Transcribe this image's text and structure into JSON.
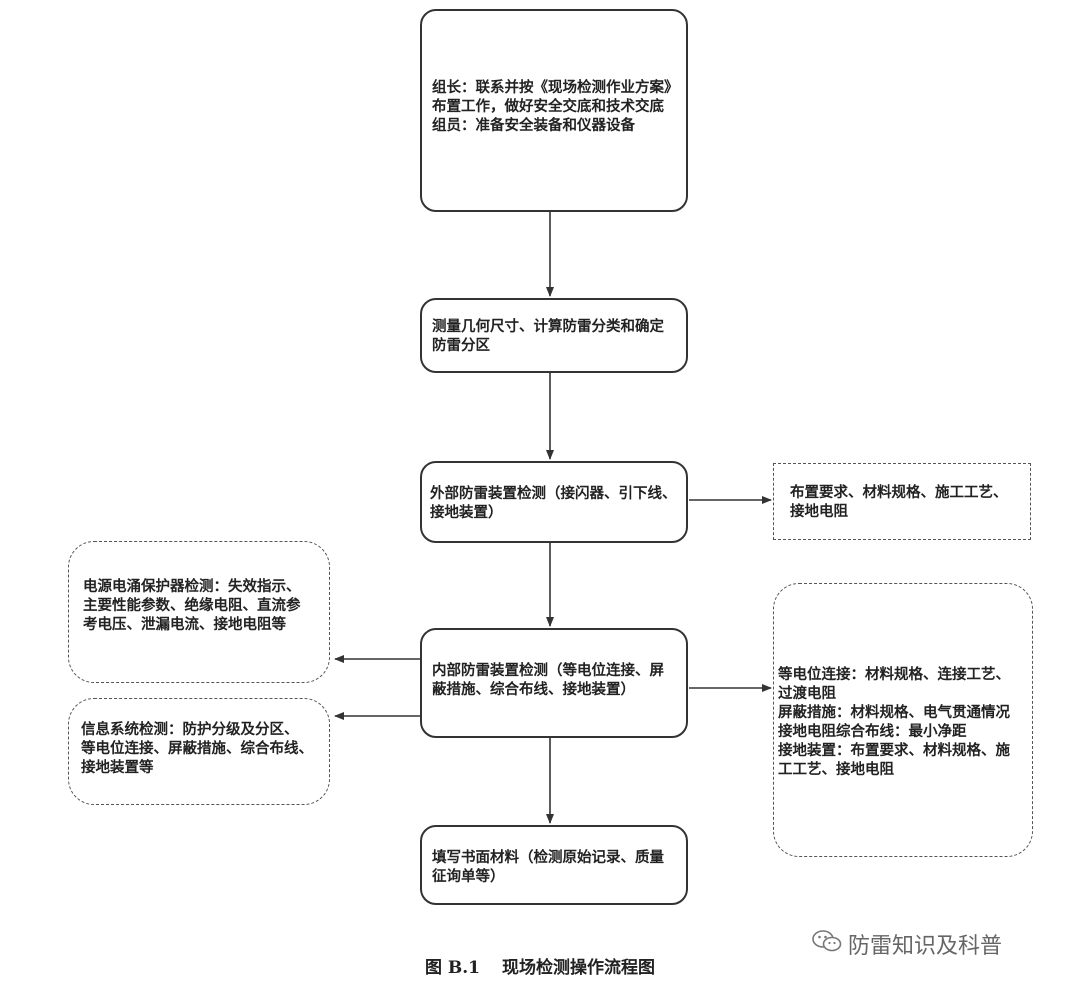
{
  "nodes": {
    "n1": {
      "lines": [
        "组长：联系并按《现场检测作业方案》",
        "布置工作，做好安全交底和技术交底",
        "组员：准备安全装备和仪器设备"
      ]
    },
    "n2": {
      "lines": [
        "测量几何尺寸、计算防雷分类和确定",
        "防雷分区"
      ]
    },
    "n3": {
      "lines": [
        "外部防雷装置检测（接闪器、引下线、",
        "接地装置）"
      ]
    },
    "n3r": {
      "lines": [
        "布置要求、材料规格、施工工艺、",
        "接地电阻"
      ]
    },
    "n4": {
      "lines": [
        "内部防雷装置检测（等电位连接、屏",
        "蔽措施、综合布线、接地装置）"
      ]
    },
    "n4l1": {
      "lines": [
        "电源电涌保护器检测：失效指示、",
        "主要性能参数、绝缘电阻、直流参",
        "考电压、泄漏电流、接地电阻等"
      ]
    },
    "n4l2": {
      "lines": [
        "信息系统检测：防护分级及分区、",
        "等电位连接、屏蔽措施、综合布线、",
        "接地装置等"
      ]
    },
    "n4r": {
      "lines": [
        "等电位连接：材料规格、连接工艺、",
        "过渡电阻",
        "屏蔽措施：材料规格、电气贯通情况",
        "接地电阻综合布线：最小净距",
        "接地装置：布置要求、材料规格、施",
        "工工艺、接地电阻"
      ]
    },
    "n5": {
      "lines": [
        "填写书面材料（检测原始记录、质量",
        "征询单等）"
      ]
    }
  },
  "caption": {
    "number": "图 B.1",
    "title": "现场检测操作流程图"
  },
  "watermark": {
    "icon": "wechat-icon",
    "text": "防雷知识及科普"
  }
}
